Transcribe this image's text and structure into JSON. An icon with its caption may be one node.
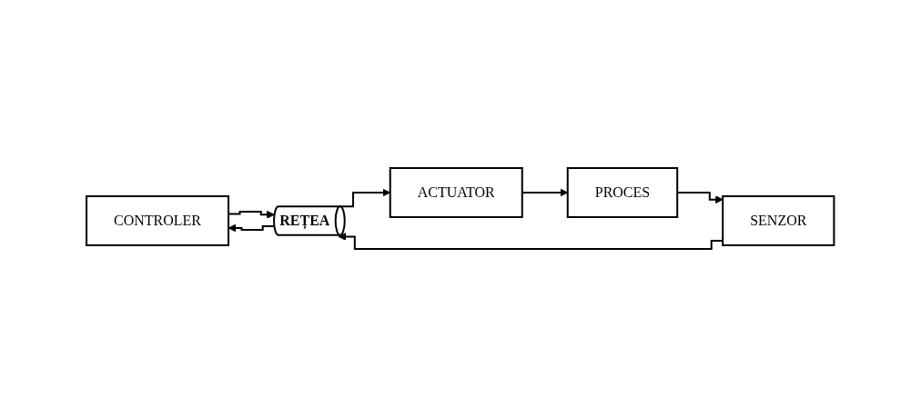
{
  "diagram": {
    "nodes": [
      {
        "text": [
          "CONTROLER"
        ]
      },
      {
        "text": [
          "REȚEA"
        ]
      },
      {
        "text": [
          "ACTUATOR"
        ]
      },
      {
        "text": [
          "PROCES"
        ]
      },
      {
        "text": [
          "SENZOR"
        ]
      }
    ],
    "edges": [
      {
        "from": 0,
        "to": 1,
        "arrow": "to"
      },
      {
        "from": 1,
        "to": 0,
        "arrow": "to"
      },
      {
        "from": 1,
        "to": 2,
        "arrow": "to"
      },
      {
        "from": 2,
        "to": 3,
        "arrow": "to"
      },
      {
        "from": 3,
        "to": 4,
        "arrow": "to"
      },
      {
        "from": 4,
        "to": 1,
        "arrow": "to"
      }
    ]
  }
}
